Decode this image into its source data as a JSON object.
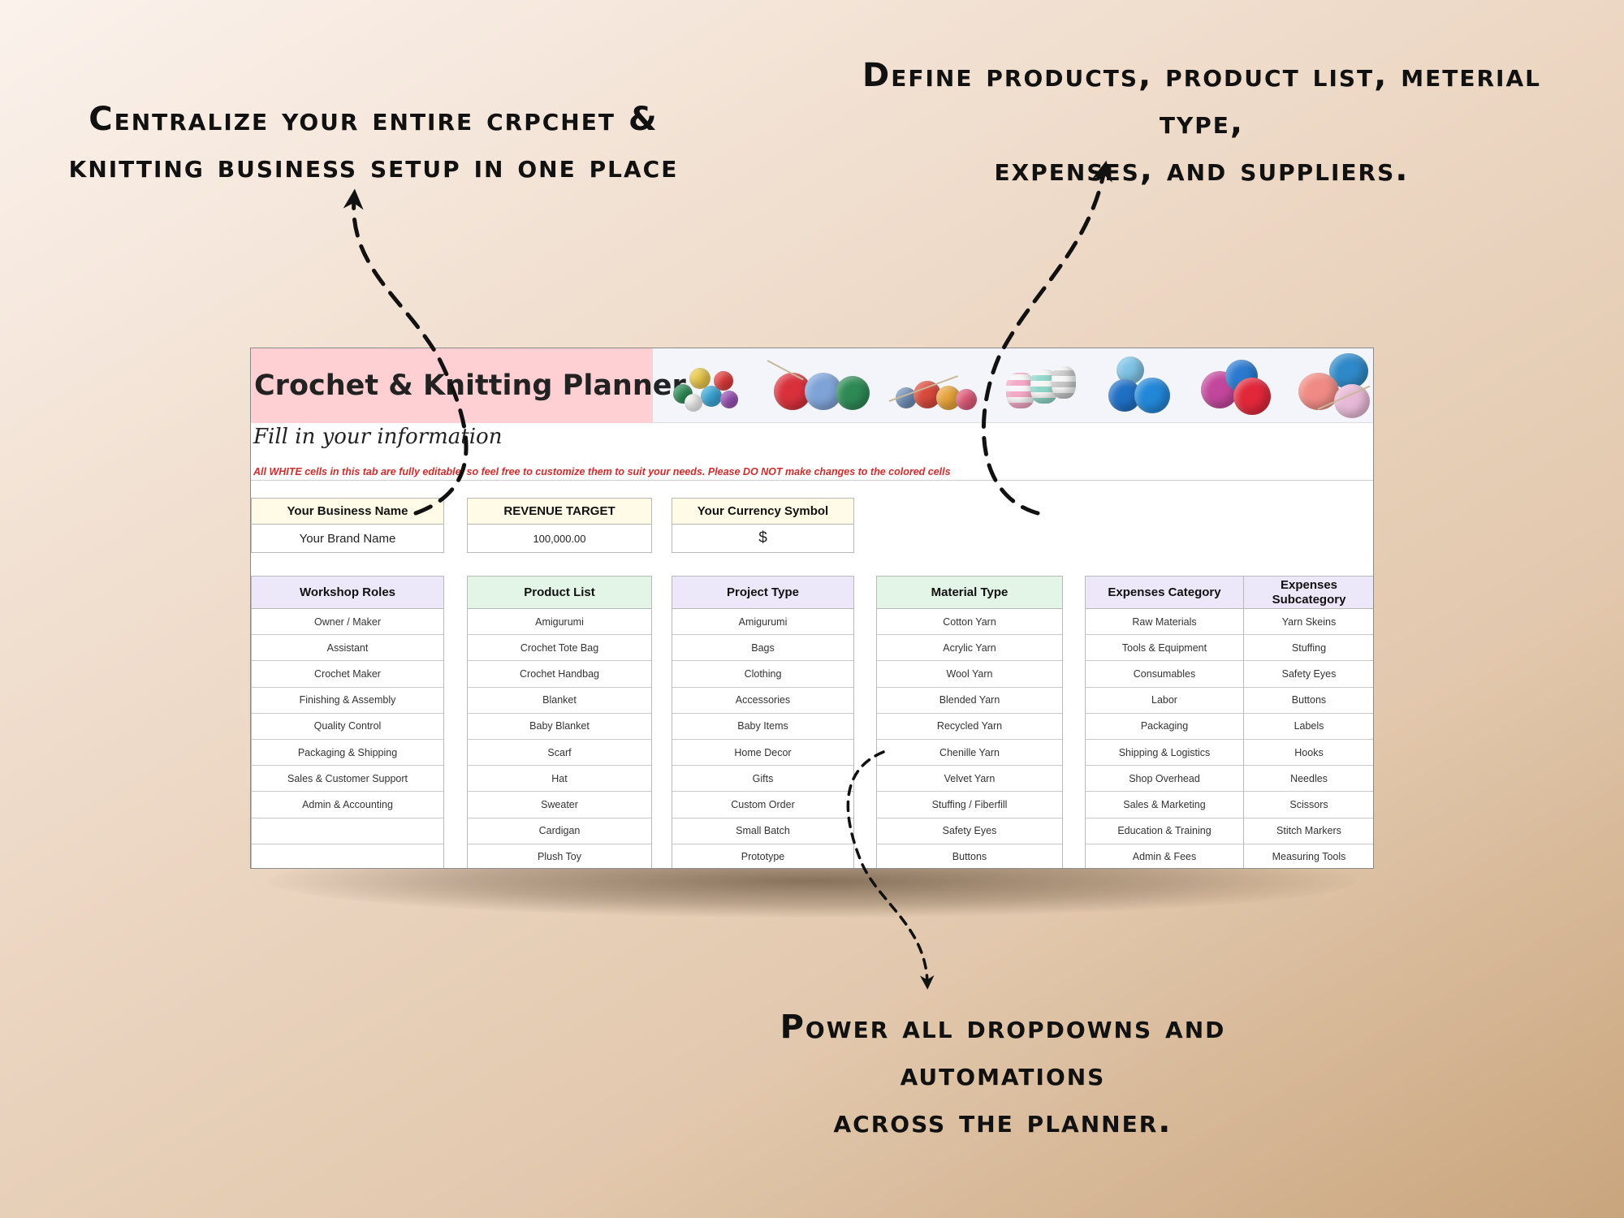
{
  "callouts": {
    "left": [
      "Centralize your entire crpchet &",
      "knitting business setup in one place"
    ],
    "right": [
      "Define products, product list, meterial type,",
      "expenses, and suppliers."
    ],
    "bottom": [
      "Power all dropdowns and automations",
      "across the planner."
    ]
  },
  "sheet": {
    "title": "Crochet & Knitting Planner",
    "subtitle": "Fill in your information",
    "note": "All WHITE cells in this tab are fully editable, so feel free to customize them to suit your needs. Please DO NOT make changes to the colored cells",
    "business_name": {
      "label": "Your Business Name",
      "value": "Your Brand Name"
    },
    "revenue_target": {
      "label": "REVENUE TARGET",
      "value": "100,000.00"
    },
    "currency_symbol": {
      "label": "Your Currency Symbol",
      "value": "$"
    },
    "workshop_roles": {
      "header": "Workshop Roles",
      "items": [
        "Owner / Maker",
        "Assistant",
        "Crochet Maker",
        "Finishing & Assembly",
        "Quality Control",
        "Packaging & Shipping",
        "Sales & Customer Support",
        "Admin & Accounting",
        "",
        ""
      ]
    },
    "product_list": {
      "header": "Product List",
      "items": [
        "Amigurumi",
        "Crochet Tote Bag",
        "Crochet Handbag",
        "Blanket",
        "Baby Blanket",
        "Scarf",
        "Hat",
        "Sweater",
        "Cardigan",
        "Plush Toy"
      ]
    },
    "project_type": {
      "header": "Project Type",
      "items": [
        "Amigurumi",
        "Bags",
        "Clothing",
        "Accessories",
        "Baby Items",
        "Home Decor",
        "Gifts",
        "Custom Order",
        "Small Batch",
        "Prototype"
      ]
    },
    "material_type": {
      "header": "Material Type",
      "items": [
        "Cotton Yarn",
        "Acrylic Yarn",
        "Wool Yarn",
        "Blended Yarn",
        "Recycled Yarn",
        "Chenille Yarn",
        "Velvet Yarn",
        "Stuffing / Fiberfill",
        "Safety Eyes",
        "Buttons"
      ]
    },
    "expenses_category": {
      "header": "Expenses Category",
      "items": [
        "Raw Materials",
        "Tools & Equipment",
        "Consumables",
        "Labor",
        "Packaging",
        "Shipping & Logistics",
        "Shop Overhead",
        "Sales & Marketing",
        "Education & Training",
        "Admin & Fees"
      ]
    },
    "expenses_subcategory": {
      "header_line1": "Expenses",
      "header_line2": "Subcategory",
      "items": [
        "Yarn Skeins",
        "Stuffing",
        "Safety Eyes",
        "Buttons",
        "Labels",
        "Hooks",
        "Needles",
        "Scissors",
        "Stitch Markers",
        "Measuring Tools"
      ]
    }
  },
  "colors": {
    "title_bg": "#ffd0d3",
    "info_header_bg": "#fffbe6",
    "lavender_header": "#ece7f9",
    "mint_header": "#e3f5e7",
    "note_red": "#cf2d2d"
  }
}
